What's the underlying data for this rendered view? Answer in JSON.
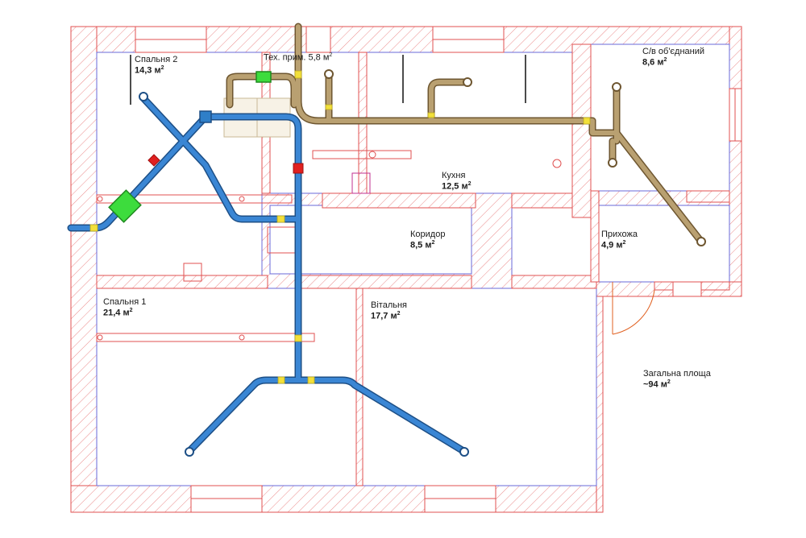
{
  "plan": {
    "colors": {
      "wall_stroke": "#e05050",
      "wall_hatch": "#e88080",
      "inner_outline": "#5a5ad0",
      "supply_duct": "#2f7fc8",
      "exhaust_duct": "#a68a55",
      "recuperator": "#3ddc3d",
      "damper": "#e02020",
      "joint": "#f2e03a"
    },
    "rooms": [
      {
        "name": "Спальня 2",
        "area": "14,3 м",
        "unit_sup": "2"
      },
      {
        "name": "Тех. прим.",
        "area": "5,8 м",
        "unit_sup": "2",
        "inline": true
      },
      {
        "name": "С/в об'єднаний",
        "area": "8,6 м",
        "unit_sup": "2"
      },
      {
        "name": "Кухня",
        "area": "12,5 м",
        "unit_sup": "2"
      },
      {
        "name": "Коридор",
        "area": "8,5 м",
        "unit_sup": "2"
      },
      {
        "name": "Прихожа",
        "area": "4,9 м",
        "unit_sup": "2"
      },
      {
        "name": "Спальня 1",
        "area": "21,4 м",
        "unit_sup": "2"
      },
      {
        "name": "Вітальня",
        "area": "17,7 м",
        "unit_sup": "2"
      },
      {
        "name": "Загальна площа",
        "area": "~94 м",
        "unit_sup": "2"
      }
    ]
  }
}
